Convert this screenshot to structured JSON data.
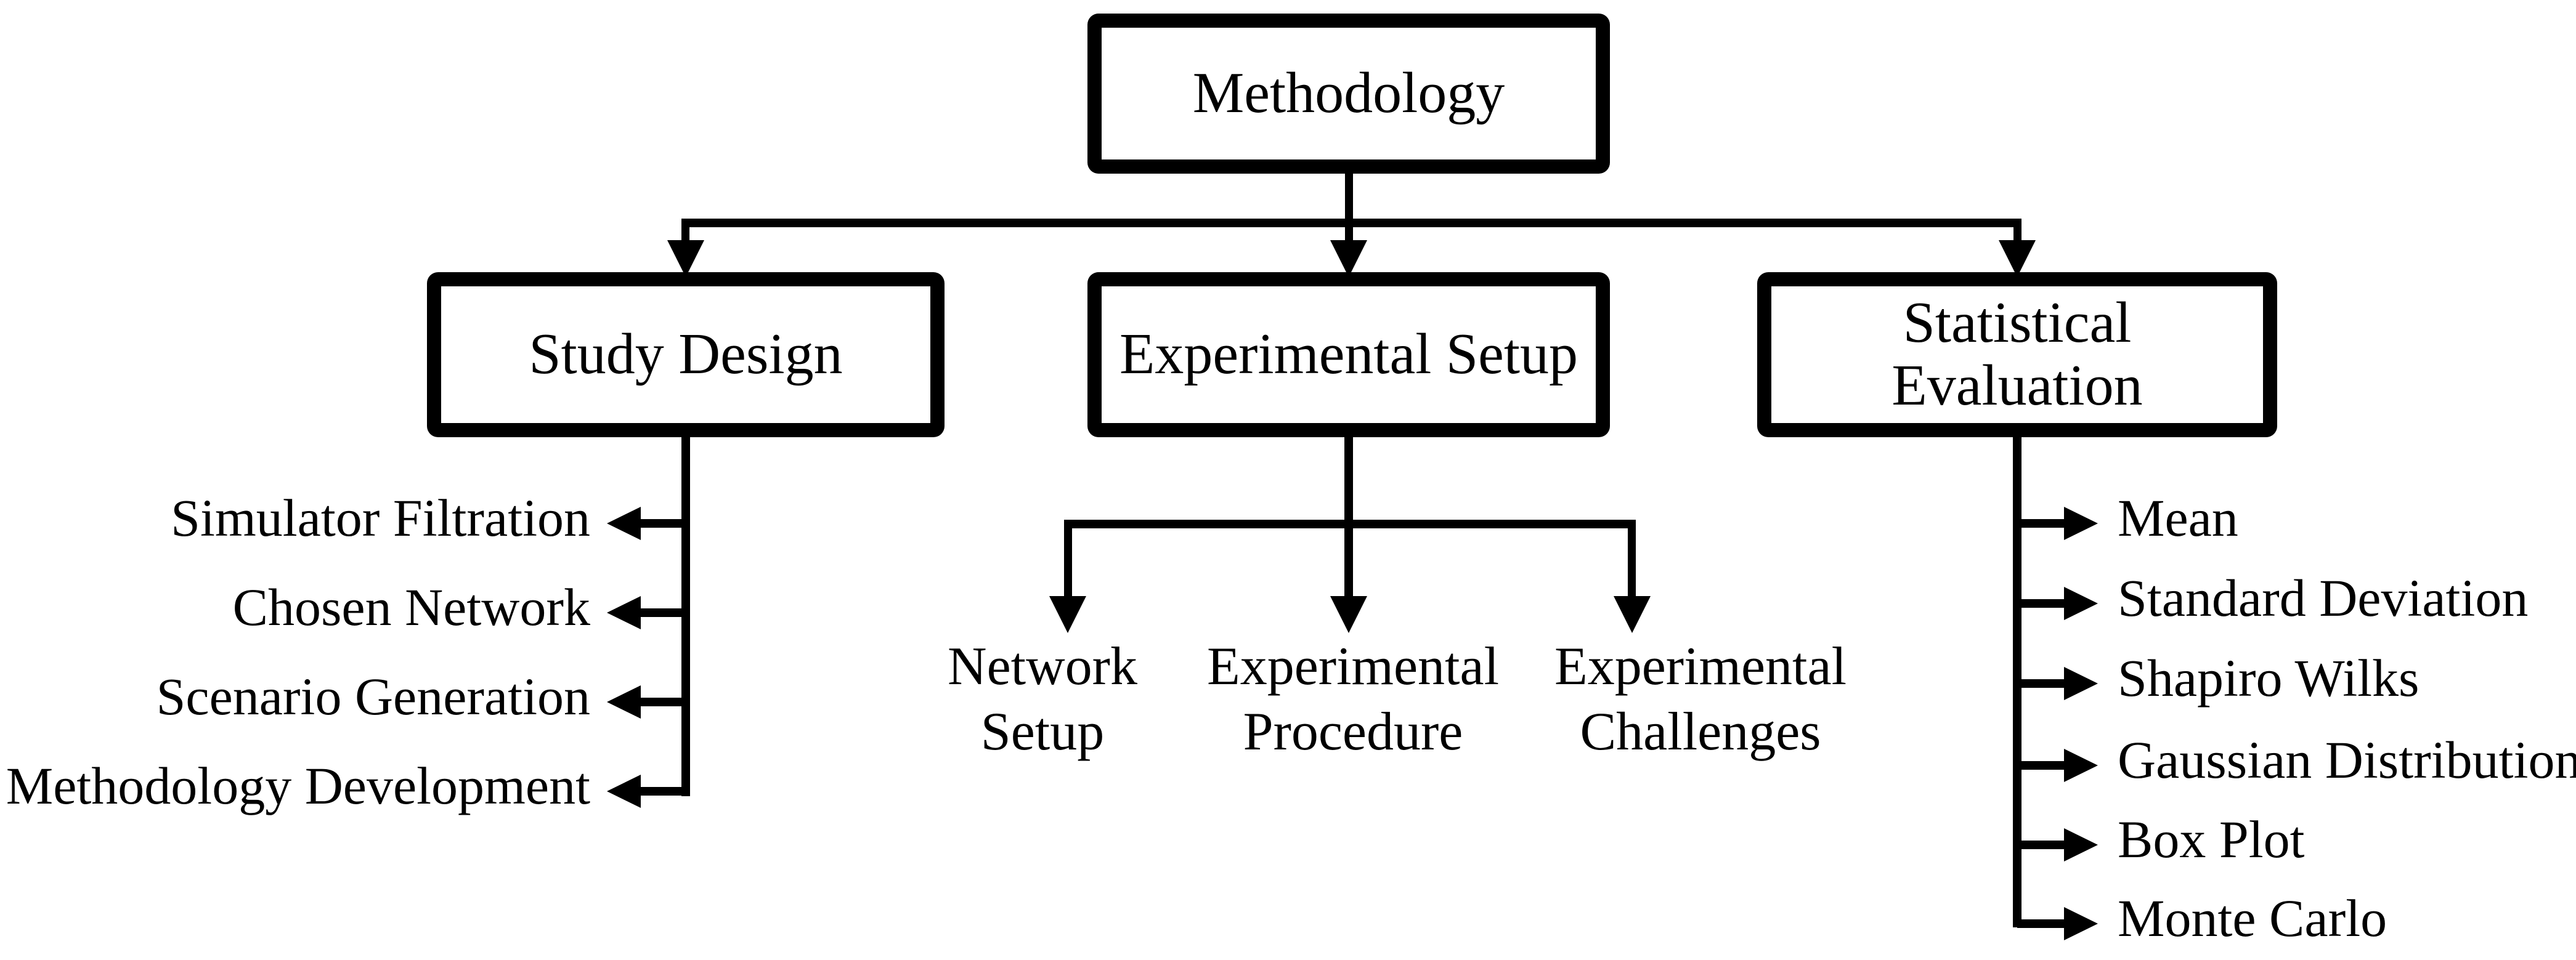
{
  "diagram": {
    "root": {
      "label": "Methodology"
    },
    "branches": [
      {
        "label": "Study Design",
        "item_side": "left",
        "items": [
          "Simulator Filtration",
          "Chosen Network",
          "Scenario Generation",
          "Methodology Development"
        ]
      },
      {
        "label": "Experimental Setup",
        "item_side": "bottom",
        "items": [
          "Network\nSetup",
          "Experimental\nProcedure",
          "Experimental\nChallenges"
        ]
      },
      {
        "label": "Statistical\nEvaluation",
        "item_side": "right",
        "items": [
          "Mean",
          "Standard Deviation",
          "Shapiro Wilks",
          "Gaussian Distribution",
          "Box Plot",
          "Monte Carlo"
        ]
      }
    ],
    "colors": {
      "line": "#000000",
      "text": "#000000",
      "box_fill": "#ffffff",
      "background": "#ffffff"
    }
  }
}
